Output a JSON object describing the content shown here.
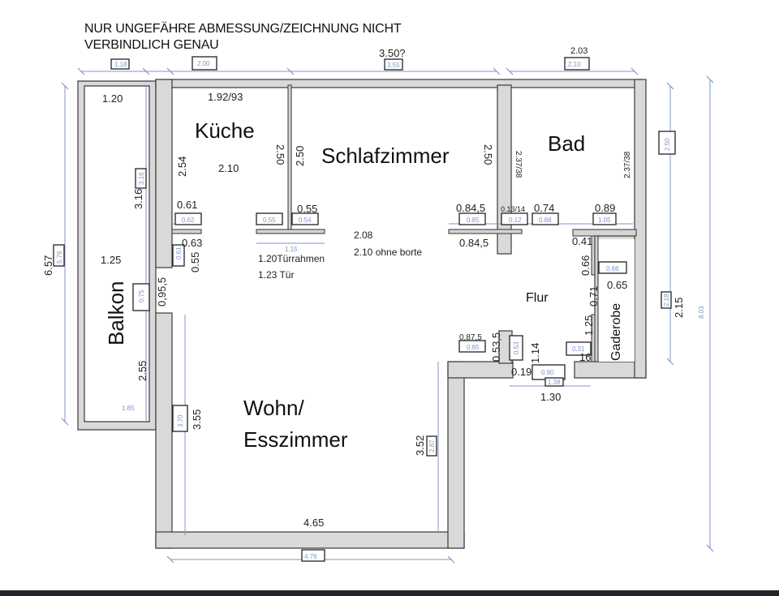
{
  "note": {
    "line1": "NUR UNGEFÄHRE ABMESSUNG/ZEICHNUNG NICHT",
    "line2": "VERBINDLICH GENAU"
  },
  "rooms": {
    "kitchen": "Küche",
    "bedroom": "Schlafzimmer",
    "bath": "Bad",
    "balcony": "Balkon",
    "hall": "Flur",
    "wardrobe": "Gaderobe",
    "living1": "Wohn/",
    "living2": "Esszimmer"
  },
  "dims_handwritten": {
    "top_mid": "3.50?",
    "top_right": "2.03",
    "balcony_top": "1.20",
    "kitchen_top": "1.92/93",
    "kitchen_width": "2.10",
    "kitchen_left": "2.54",
    "kitchen_right": "2.50",
    "bedroom_left": "2.50",
    "bedroom_right": "2.50",
    "bath_left": "2.37/38",
    "bath_right": "2.37/38",
    "balcony_depth": "3.16",
    "total_left": "6.57",
    "balcony_mid": "1.25",
    "balcony_low": "2.55",
    "opening_095": "0,95,5",
    "k_door_061": "0.61",
    "k_063": "0.63",
    "k_055_v": "0.55",
    "door_055": "0.55",
    "door_frame": "1.20Türrahmen",
    "door": "1.23 Tür",
    "bed_208": "2.08",
    "bed_210": "2.10 ohne borte",
    "d_0845_top": "0.84,5",
    "d_0845_bottom": "0.84,5",
    "d_013": "0.13/14",
    "d_074": "0.74",
    "d_089": "0.89",
    "g_041": "0.41",
    "g_066": "0.66",
    "g_065": "0.65",
    "g_071": "0.71",
    "g_125": "1.25",
    "g_16": "16",
    "right_215": "2.15",
    "f_0875": "0.87,5",
    "f_0535": "0.53,5",
    "f_114": "1.14",
    "f_019": "0.19",
    "f_130": "1.30",
    "w_355": "3.55",
    "w_352": "3.52",
    "w_465": "4.65"
  },
  "dims_measured": {
    "top_balcony": "1.18",
    "top_kitchen": "2.00",
    "top_bedroom": "3.55",
    "top_bath": "2.10",
    "balcony_depth": "3.16",
    "left_total": "5.76",
    "k_062": "0.62",
    "k_061": "0.61",
    "k_055": "0.55",
    "k_054": "0.54",
    "k_115": "1.15",
    "b_085": "0.85",
    "b_012": "0.12",
    "b_088": "0.88",
    "b_105": "1.05",
    "g_066": "0.66",
    "opening_075": "0.75",
    "balcony_185": "1.85",
    "w_370": "3.70",
    "right_250": "2.50",
    "right_218": "2.18",
    "total_803": "8.03",
    "f_085": "0.85",
    "f_053": "0.53",
    "f_090": "0.90",
    "f_138": "1.38",
    "g_031": "0.31",
    "w_287": "2.87",
    "w_476": "4.76"
  }
}
